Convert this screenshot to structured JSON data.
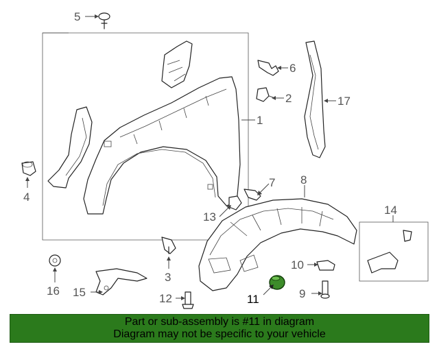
{
  "callouts": {
    "c1": "1",
    "c2": "2",
    "c3": "3",
    "c4": "4",
    "c5": "5",
    "c6": "6",
    "c7": "7",
    "c8": "8",
    "c9": "9",
    "c10": "10",
    "c11": "11",
    "c12": "12",
    "c13": "13",
    "c14": "14",
    "c15": "15",
    "c16": "16",
    "c17": "17"
  },
  "highlighted_part": "11",
  "colors": {
    "highlight": "#3d8c2a",
    "footer_bg": "#2b7a1c",
    "lines": "#222222"
  },
  "footer": {
    "line1": "Part or sub-assembly is #11 in diagram",
    "line2": "Diagram may not be specific to your vehicle"
  }
}
